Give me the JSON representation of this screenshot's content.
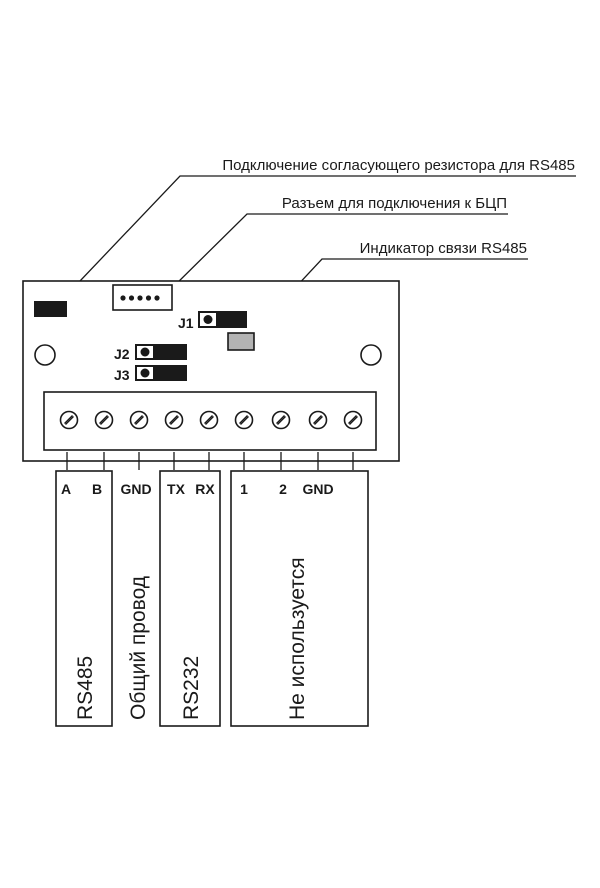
{
  "callouts": {
    "resistor": "Подключение согласующего резистора для RS485",
    "connector": "Разъем для подключения к БЦП",
    "indicator": "Индикатор связи RS485"
  },
  "jumpers": [
    "J1",
    "J2",
    "J3"
  ],
  "terminals": {
    "count": 9,
    "pins": {
      "a": "A",
      "b": "B",
      "gnd": "GND",
      "tx": "TX",
      "rx": "RX",
      "one": "1",
      "two": "2",
      "gnd2": "GND"
    }
  },
  "groups": {
    "rs485": "RS485",
    "common": "Общий провод",
    "rs232": "RS232",
    "unused": "Не используется"
  },
  "colors": {
    "line": "#1a1a1a",
    "led": "#b3b3b3"
  }
}
